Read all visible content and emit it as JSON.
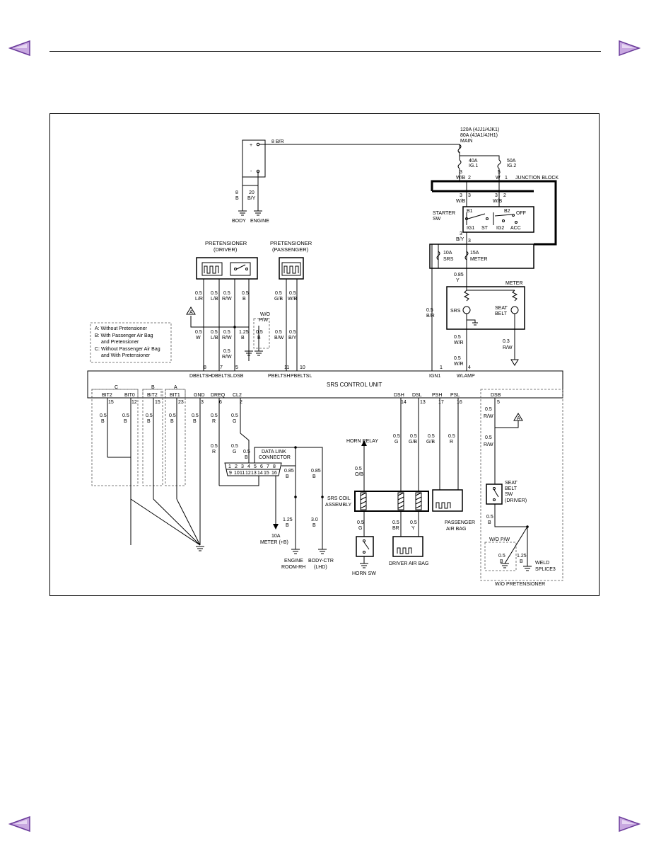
{
  "colors": {
    "arrow_fill": "#c8a8e0",
    "arrow_stroke": "#6a3a9a",
    "line": "#000000"
  },
  "nav": {
    "icon": "triangle-arrow-icon"
  },
  "power": {
    "battery_wire": "8 B/R",
    "main_fuse_l1": "120A (4JJ1/4JK1)",
    "main_fuse_l2": "80A (4JA1/4JH1)",
    "main_label": "MAIN",
    "fuse_40a": "40A",
    "ig1": "IG.1",
    "fuse_50a": "50A",
    "ig2": "IG.2",
    "junction_block": "JUNCTION BLOCK",
    "jb_3": "3",
    "jb_wb": "W/B",
    "jb_2": "2",
    "jb_5": "5",
    "jb_w": "W",
    "jb_1": "1",
    "st_3a": "3",
    "st_wba": "W/B",
    "st_3b": "3",
    "st_3c": "3",
    "st_wbb": "W/B",
    "st_2": "2",
    "starter": "STARTER",
    "sw": "SW",
    "b1": "B1",
    "b2": "B2",
    "off": "OFF",
    "ig1_term": "IG1",
    "st": "ST",
    "ig2_term": "IG2",
    "acc": "ACC",
    "by3_num": "3",
    "by3": "B/Y",
    "out3": "3",
    "fuse_10a": "10A",
    "srs": "SRS",
    "fuse_15a": "15A",
    "meter_f": "METER",
    "wire_085": "0.85",
    "wire_y": "Y",
    "batt_plus": "+",
    "batt_minus": "-",
    "g_8": "8",
    "g_b": "B",
    "g_20": "20",
    "g_by": "B/Y",
    "body": "BODY",
    "engine": "ENGINE"
  },
  "meter": {
    "title": "METER",
    "srs": "SRS",
    "seat": "SEAT",
    "belt": "BELT",
    "w05": "0.5",
    "wr": "W/R",
    "w03": "0.3",
    "rw": "R/W",
    "w05b": "0.5",
    "wrb": "W/R",
    "b_05": "0.5",
    "b_br": "B/R"
  },
  "pret": {
    "driver_l1": "PRETENSIONER",
    "driver_l2": "(DRIVER)",
    "pass_l1": "PRETENSIONER",
    "pass_l2": "(PASSENGER)",
    "wires_top": [
      {
        "g": "0.5",
        "c": "L/R"
      },
      {
        "g": "0.5",
        "c": "L/B"
      },
      {
        "g": "0.5",
        "c": "R/W"
      },
      {
        "g": "0.5",
        "c": "B"
      },
      {
        "g": "0.5",
        "c": "G/B"
      },
      {
        "g": "0.5",
        "c": "W/B"
      }
    ],
    "wires_low": [
      {
        "g": "0.5",
        "c": "W"
      },
      {
        "g": "0.5",
        "c": "L/B"
      },
      {
        "g": "0.5",
        "c": "R/W"
      },
      {
        "g": "1.25",
        "c": "B"
      },
      {
        "g": "0.5",
        "c": "B"
      },
      {
        "g": "0.5",
        "c": "B/W"
      },
      {
        "g": "0.5",
        "c": "B/Y"
      }
    ],
    "rw_extra_g": "0.5",
    "rw_extra_c": "R/W",
    "wo_l1": "W/O",
    "wo_l2": "P/W",
    "a_mark": "A"
  },
  "legend": {
    "a": "A: Without Pretensioner",
    "b1": "B: With Passenger Air Bag",
    "b2": "and Pretensioner",
    "c1": "C: Without Passenger Air Bag",
    "c2": "and With Pretensioner"
  },
  "scu": {
    "title": "SRS CONTROL UNIT",
    "top_pins": [
      {
        "n": "8",
        "l": "DBELTSH"
      },
      {
        "n": "7",
        "l": "DBELTSL"
      },
      {
        "n": "5",
        "l": "DSB"
      },
      {
        "n": "11",
        "l": "PBELTSH"
      },
      {
        "n": "10",
        "l": "PBELTSL"
      },
      {
        "n": "1",
        "l": "IGN1"
      },
      {
        "n": "4",
        "l": "WLAMP"
      }
    ],
    "bot_pins": [
      {
        "n": "15",
        "l": "BIT2"
      },
      {
        "n": "12",
        "l": "BIT0"
      },
      {
        "n": "15",
        "l": "BIT2"
      },
      {
        "n": "23",
        "l": "BIT1"
      },
      {
        "n": "3",
        "l": "GND"
      },
      {
        "n": "6",
        "l": "DREQ"
      },
      {
        "n": "2",
        "l": "CL2"
      },
      {
        "n": "14",
        "l": "DSH"
      },
      {
        "n": "13",
        "l": "DSL"
      },
      {
        "n": "17",
        "l": "PSH"
      },
      {
        "n": "16",
        "l": "PSL"
      },
      {
        "n": "5",
        "l": "DSB"
      }
    ],
    "grp_c": "C",
    "grp_b": "B",
    "grp_a": "A"
  },
  "lower": {
    "wires": [
      {
        "g": "0.5",
        "c": "B"
      },
      {
        "g": "0.5",
        "c": "B"
      },
      {
        "g": "0.5",
        "c": "B"
      },
      {
        "g": "0.5",
        "c": "B"
      },
      {
        "g": "0.5",
        "c": "B"
      },
      {
        "g": "0.5",
        "c": "R"
      },
      {
        "g": "0.5",
        "c": "G"
      },
      {
        "g": "0.5",
        "c": "G"
      },
      {
        "g": "0.5",
        "c": "G/B"
      },
      {
        "g": "0.5",
        "c": "G/B"
      },
      {
        "g": "0.5",
        "c": "R"
      }
    ],
    "dreq_g": "0.5",
    "dreq_c": "R",
    "cl2_g": "0.5",
    "cl2_c": "G",
    "dlc_b_g": "0.5",
    "dlc_b_c": "B",
    "dlc_l1": "DATA LINK",
    "dlc_l2": "CONNECTOR",
    "dlc_pins_top": [
      "1",
      "2",
      "3",
      "4",
      "5",
      "6",
      "7",
      "8"
    ],
    "dlc_pins_bot": [
      "9",
      "10",
      "11",
      "12",
      "13",
      "14",
      "15",
      "16"
    ],
    "w085a_g": "0.85",
    "w085a_c": "B",
    "w085b_g": "0.85",
    "w085b_c": "B",
    "w125_g": "1.25",
    "w125_c": "B",
    "w30_g": "3.0",
    "w30_c": "B",
    "fuse_meter_l1": "10A",
    "fuse_meter_l2": "METER (+B)",
    "engine_room_l1": "ENGINE",
    "engine_room_l2": "ROOM-RH",
    "body_ctr_l1": "BODY-CTR",
    "body_ctr_l2": "(LHD)",
    "horn_relay": "HORN RELAY",
    "ob_g": "0.5",
    "ob_c": "O/B",
    "coil_l1": "SRS COIL",
    "coil_l2": "ASSEMBLY",
    "hg_g": "0.5",
    "hg_c": "G",
    "br_g": "0.5",
    "br_c": "BR",
    "y_g": "0.5",
    "y_c": "Y",
    "horn_sw": "HORN SW",
    "driver_bag": "DRIVER AIR BAG",
    "pass_bag_l1": "PASSENGER",
    "pass_bag_l2": "AIR BAG"
  },
  "seatbelt": {
    "w1_g": "0.5",
    "w1_c": "R/W",
    "w2_g": "0.5",
    "w2_c": "R/W",
    "a_mark": "A",
    "sw_l1": "SEAT",
    "sw_l2": "BELT",
    "sw_l3": "SW",
    "sw_l4": "(DRIVER)",
    "w3_g": "0.5",
    "w3_c": "B",
    "wopw": "W/O P/W",
    "w4_g": "0.5",
    "w4_c": "B",
    "w5_g": "1.25",
    "w5_c": "B",
    "weld_l1": "WELD",
    "weld_l2": "SPLICE3",
    "wo_pret": "W/O PRETENSIONER"
  }
}
